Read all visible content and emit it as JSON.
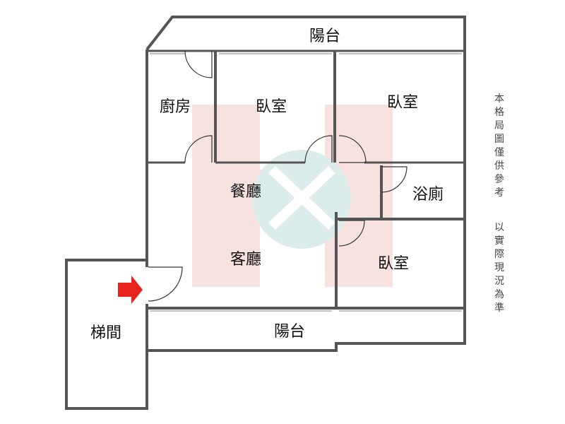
{
  "rooms": {
    "balcony_top": "陽台",
    "kitchen": "廚房",
    "bedroom_1": "臥室",
    "bedroom_2": "臥室",
    "dining": "餐廳",
    "bathroom": "浴廁",
    "living": "客廳",
    "bedroom_3": "臥室",
    "balcony_bottom": "陽台",
    "stairwell": "梯間"
  },
  "notice": {
    "line1": [
      "本",
      "格",
      "局",
      "圖",
      "僅",
      "供",
      "參",
      "考"
    ],
    "line2": [
      "以",
      "實",
      "際",
      "現",
      "況",
      "為",
      "準"
    ]
  },
  "colors": {
    "wall": "#555555",
    "watermark_pink": "#f6d9d6",
    "watermark_teal": "#cfe6e3",
    "entry_arrow": "#e8221c"
  },
  "icons": {
    "entry": "entry-arrow-icon",
    "watermark": "watermark-logo-icon"
  }
}
